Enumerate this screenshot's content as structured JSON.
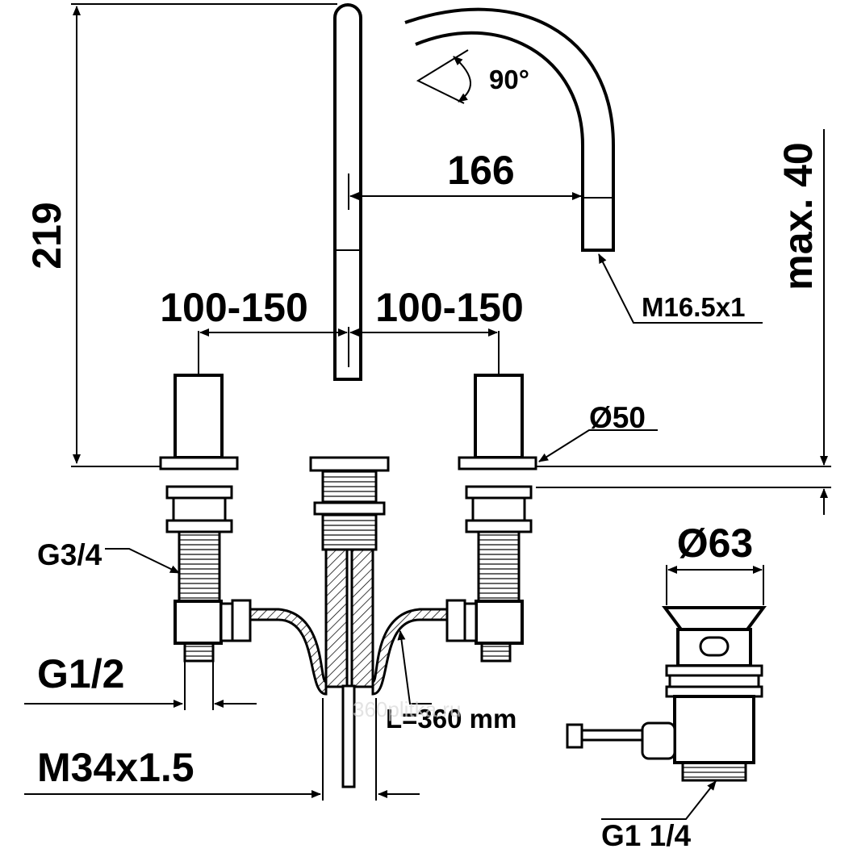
{
  "dimensions": {
    "height": "219",
    "reach": "166",
    "spacing_left": "100-150",
    "spacing_right": "100-150",
    "swivel": "90°",
    "max_thickness": "max. 40",
    "spout_thread": "M16.5x1",
    "rosette": "Ø50",
    "drain_diameter": "Ø63",
    "valve_thread": "G3/4",
    "connection": "G1/2",
    "hose_length": "L=360 mm",
    "mount_thread": "M34x1.5",
    "drain_thread": "G1 1/4"
  },
  "watermark": "360plitka.ru"
}
